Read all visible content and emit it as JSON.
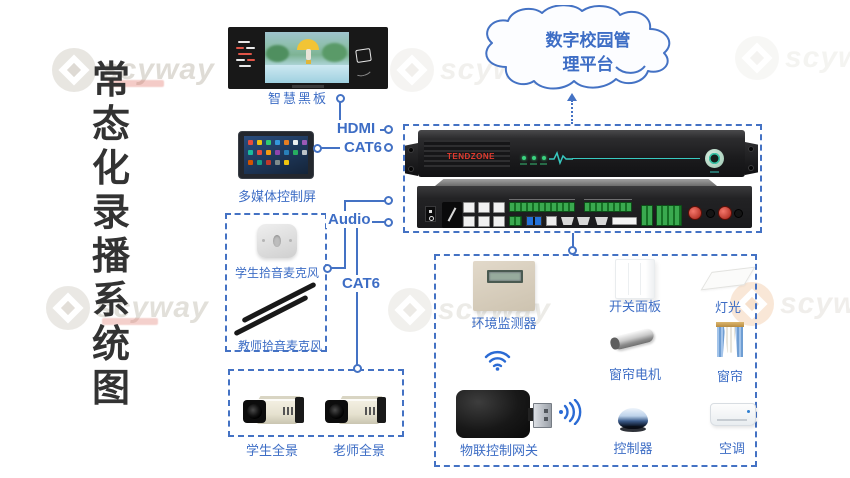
{
  "title": {
    "text": "常态化录播系统图",
    "chars": [
      "常",
      "态",
      "化",
      "录",
      "播",
      "系",
      "统",
      "图"
    ]
  },
  "cloud": {
    "label_line1": "数字校园管",
    "label_line2": "理平台"
  },
  "classroom": {
    "blackboard_label": "智慧黑板",
    "control_screen_label": "多媒体控制屏",
    "student_mic_label": "学生拾音麦克风",
    "teacher_mic_label": "教师拾音麦克风",
    "student_camera_label": "学生全景",
    "teacher_camera_label": "老师全景"
  },
  "connections": {
    "hdmi": "HDMI",
    "cat6_top": "CAT6",
    "audio": "Audio",
    "cat6_bottom": "CAT6"
  },
  "recorder": {
    "brand": "TENDZONE"
  },
  "iot": {
    "env_monitor": "环境监测器",
    "switch_panel": "开关面板",
    "light": "灯光",
    "curtain_motor": "窗帘电机",
    "curtain": "窗帘",
    "gateway": "物联控制网关",
    "controller": "控制器",
    "ac": "空调"
  },
  "watermark": {
    "brand": "scyway"
  },
  "colors": {
    "accent_blue": "#4472C4",
    "label_blue": "#3D6DC5",
    "title": "#333333",
    "brand_red": "#E03A2E",
    "led_green": "#3AD17E",
    "wave_teal": "#38C9C0"
  }
}
